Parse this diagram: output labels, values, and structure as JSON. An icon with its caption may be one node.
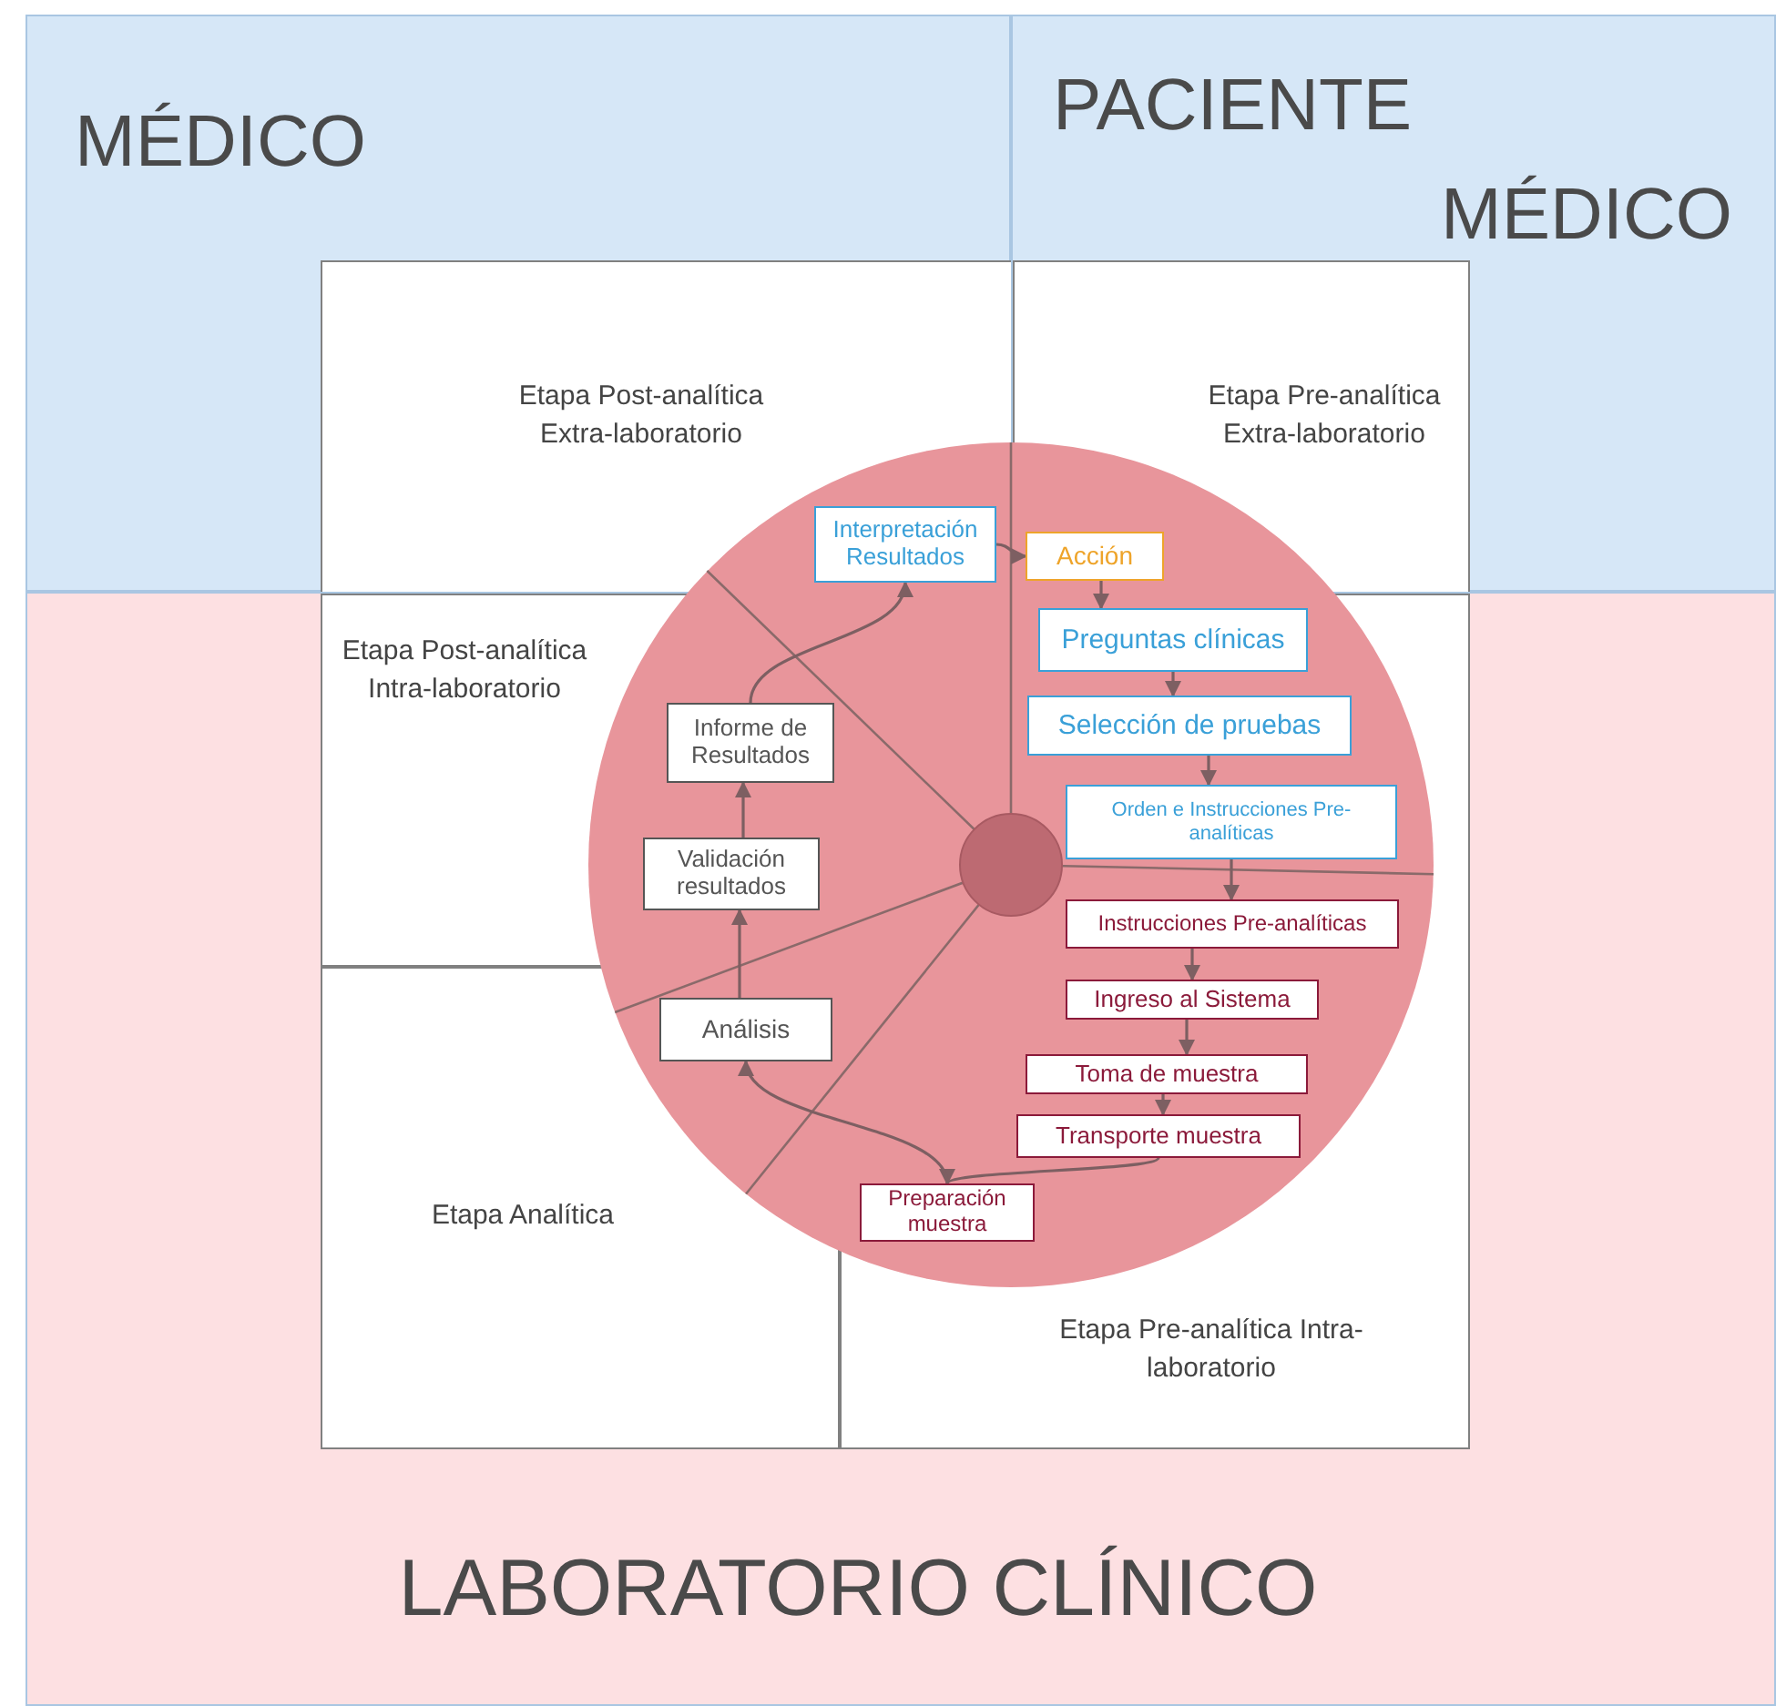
{
  "diagram": {
    "nodes": [
      {
        "text": [
          "MÉDICO"
        ]
      },
      {
        "text": [
          "PACIENTE",
          "MÉDICO"
        ]
      },
      {
        "text": [
          "LABORATORIO CLÍNICO"
        ]
      },
      {
        "text": [
          "Etapa Post-analítica Extra-laboratorio"
        ],
        "in": 0
      },
      {
        "text": [
          "Etapa Pre-analítica Extra-laboratorio"
        ],
        "in": 1
      },
      {
        "text": [
          "Etapa Post-analítica Intra-laboratorio"
        ],
        "in": 2
      },
      {
        "text": [
          "Etapa Analítica"
        ],
        "in": 2
      },
      {
        "text": [
          "Etapa Pre-analítica Intra-laboratorio"
        ],
        "in": 2
      },
      {
        "text": [
          "Interpretación Resultados"
        ],
        "in": 3
      },
      {
        "text": [
          "Acción"
        ],
        "in": 4
      },
      {
        "text": [
          "Preguntas clínicas"
        ],
        "in": 7
      },
      {
        "text": [
          "Informe de Resultados"
        ],
        "in": 5
      },
      {
        "text": [
          "Selección de pruebas"
        ],
        "in": 7
      },
      {
        "text": [
          "Orden e Instrucciones Pre-analíticas"
        ],
        "in": 7
      },
      {
        "text": [
          "Validación resultados"
        ],
        "in": 5
      },
      {
        "text": [
          "Instrucciones Pre-analíticas"
        ],
        "in": 7
      },
      {
        "text": [
          "Ingreso al Sistema"
        ],
        "in": 7
      },
      {
        "text": [
          "Análisis"
        ],
        "in": 6
      },
      {
        "text": [
          "Toma de muestra"
        ],
        "in": 7
      },
      {
        "text": [
          "Transporte muestra"
        ],
        "in": 7
      },
      {
        "text": [
          "Preparación muestra"
        ],
        "in": 7
      }
    ],
    "edges": [
      {
        "from": 9,
        "to": 10,
        "arrow": "to"
      },
      {
        "from": 10,
        "to": 12,
        "arrow": "to"
      },
      {
        "from": 12,
        "to": 13,
        "arrow": "to"
      },
      {
        "from": 13,
        "to": 15,
        "arrow": "to"
      },
      {
        "from": 15,
        "to": 16,
        "arrow": "to"
      },
      {
        "from": 16,
        "to": 18,
        "arrow": "to"
      },
      {
        "from": 18,
        "to": 19,
        "arrow": "to"
      },
      {
        "from": 19,
        "to": 20,
        "arrow": "to"
      },
      {
        "from": 20,
        "to": 17,
        "arrow": "to"
      },
      {
        "from": 17,
        "to": 14,
        "arrow": "to"
      },
      {
        "from": 14,
        "to": 11,
        "arrow": "to"
      },
      {
        "from": 11,
        "to": 8,
        "arrow": "to"
      },
      {
        "from": 8,
        "to": 9,
        "arrow": "to"
      }
    ]
  }
}
